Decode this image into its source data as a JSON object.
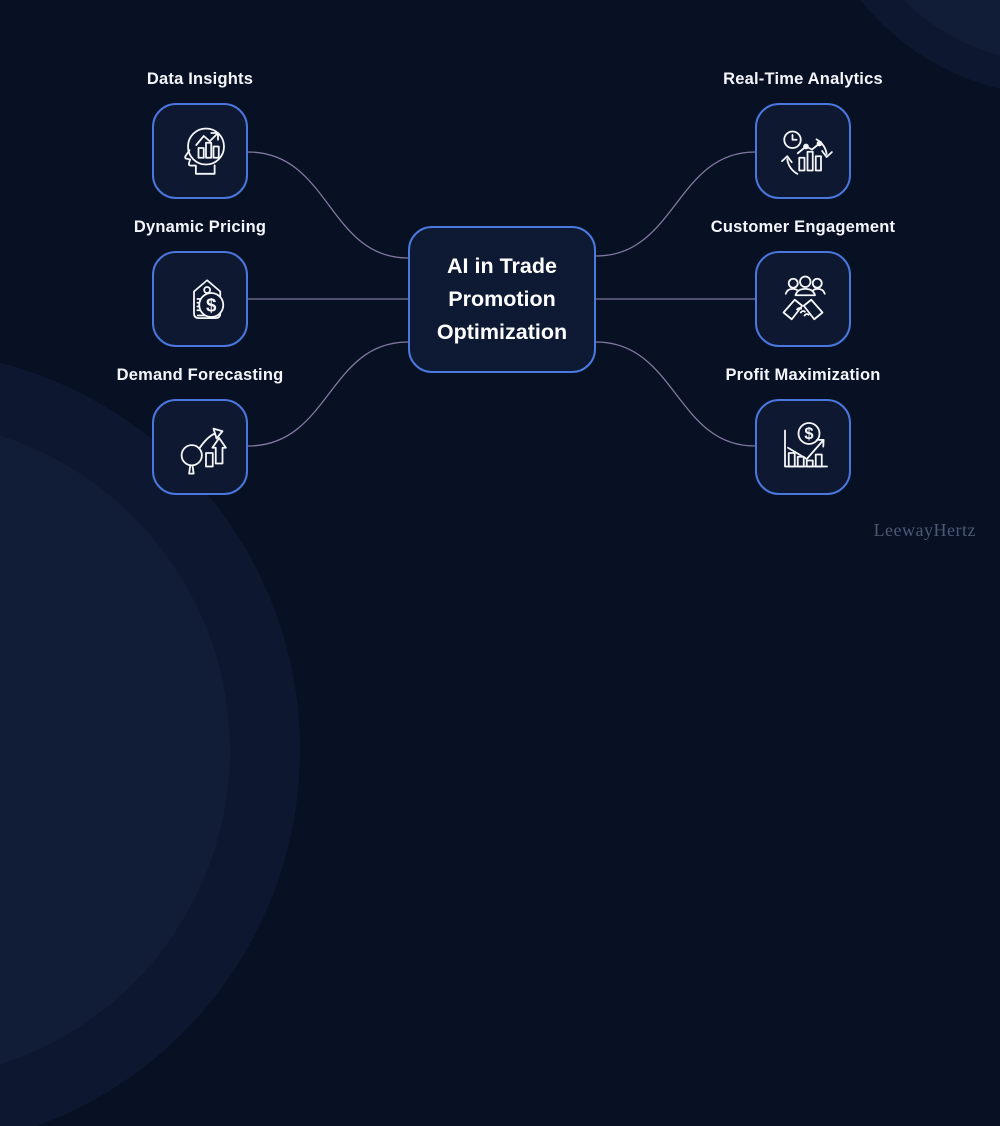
{
  "title": {
    "full": "AI in Trade Promotion Optimization",
    "lines": [
      "AI in Trade",
      "Promotion",
      "Optimization"
    ]
  },
  "nodes": {
    "left": [
      {
        "label": "Data Insights",
        "icon": "head-analytics-icon"
      },
      {
        "label": "Dynamic Pricing",
        "icon": "price-tag-dollar-icon"
      },
      {
        "label": "Demand Forecasting",
        "icon": "magnifier-trend-icon"
      }
    ],
    "right": [
      {
        "label": "Real-Time Analytics",
        "icon": "clock-refresh-chart-icon"
      },
      {
        "label": "Customer Engagement",
        "icon": "people-handshake-icon"
      },
      {
        "label": "Profit Maximization",
        "icon": "chart-dollar-arrow-icon"
      }
    ]
  },
  "watermark": "LeewayHertz",
  "colors": {
    "background": "#081024",
    "node_border": "#4a77dd",
    "node_fill": "#0e1830",
    "center_fill": "#0e1a33",
    "connector": "#8d85ac",
    "text": "#f4f6fb",
    "watermark": "#4d5872"
  }
}
